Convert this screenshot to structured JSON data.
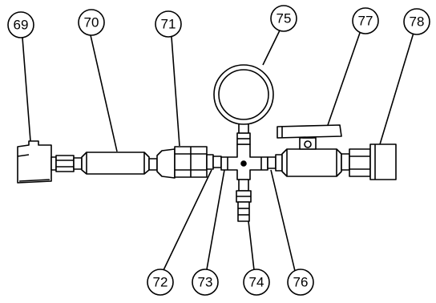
{
  "callouts": {
    "c69": "69",
    "c70": "70",
    "c71": "71",
    "c72": "72",
    "c73": "73",
    "c74": "74",
    "c75": "75",
    "c76": "76",
    "c77": "77",
    "c78": "78"
  }
}
